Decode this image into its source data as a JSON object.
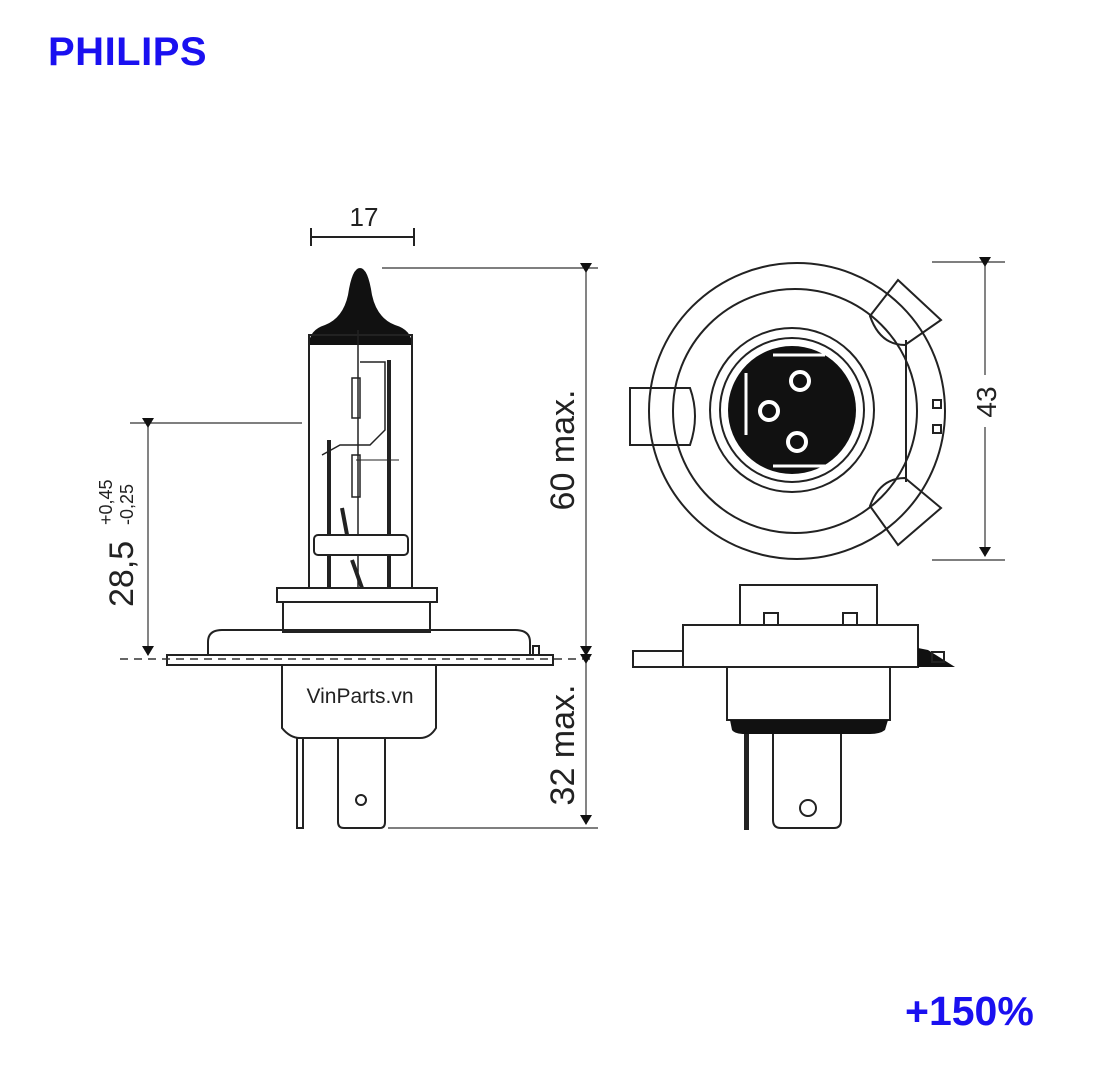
{
  "brand": "PHILIPS",
  "boost": "+150%",
  "watermark": "VinParts.vn",
  "dimensions": {
    "width": "17",
    "total_height": "60 max.",
    "base_height": "32 max.",
    "focal": "28,5",
    "focal_tol_plus": "+0,45",
    "focal_tol_minus": "-0,25",
    "diameter": "43"
  },
  "colors": {
    "brand": "#1a10f0",
    "line": "#222222"
  }
}
